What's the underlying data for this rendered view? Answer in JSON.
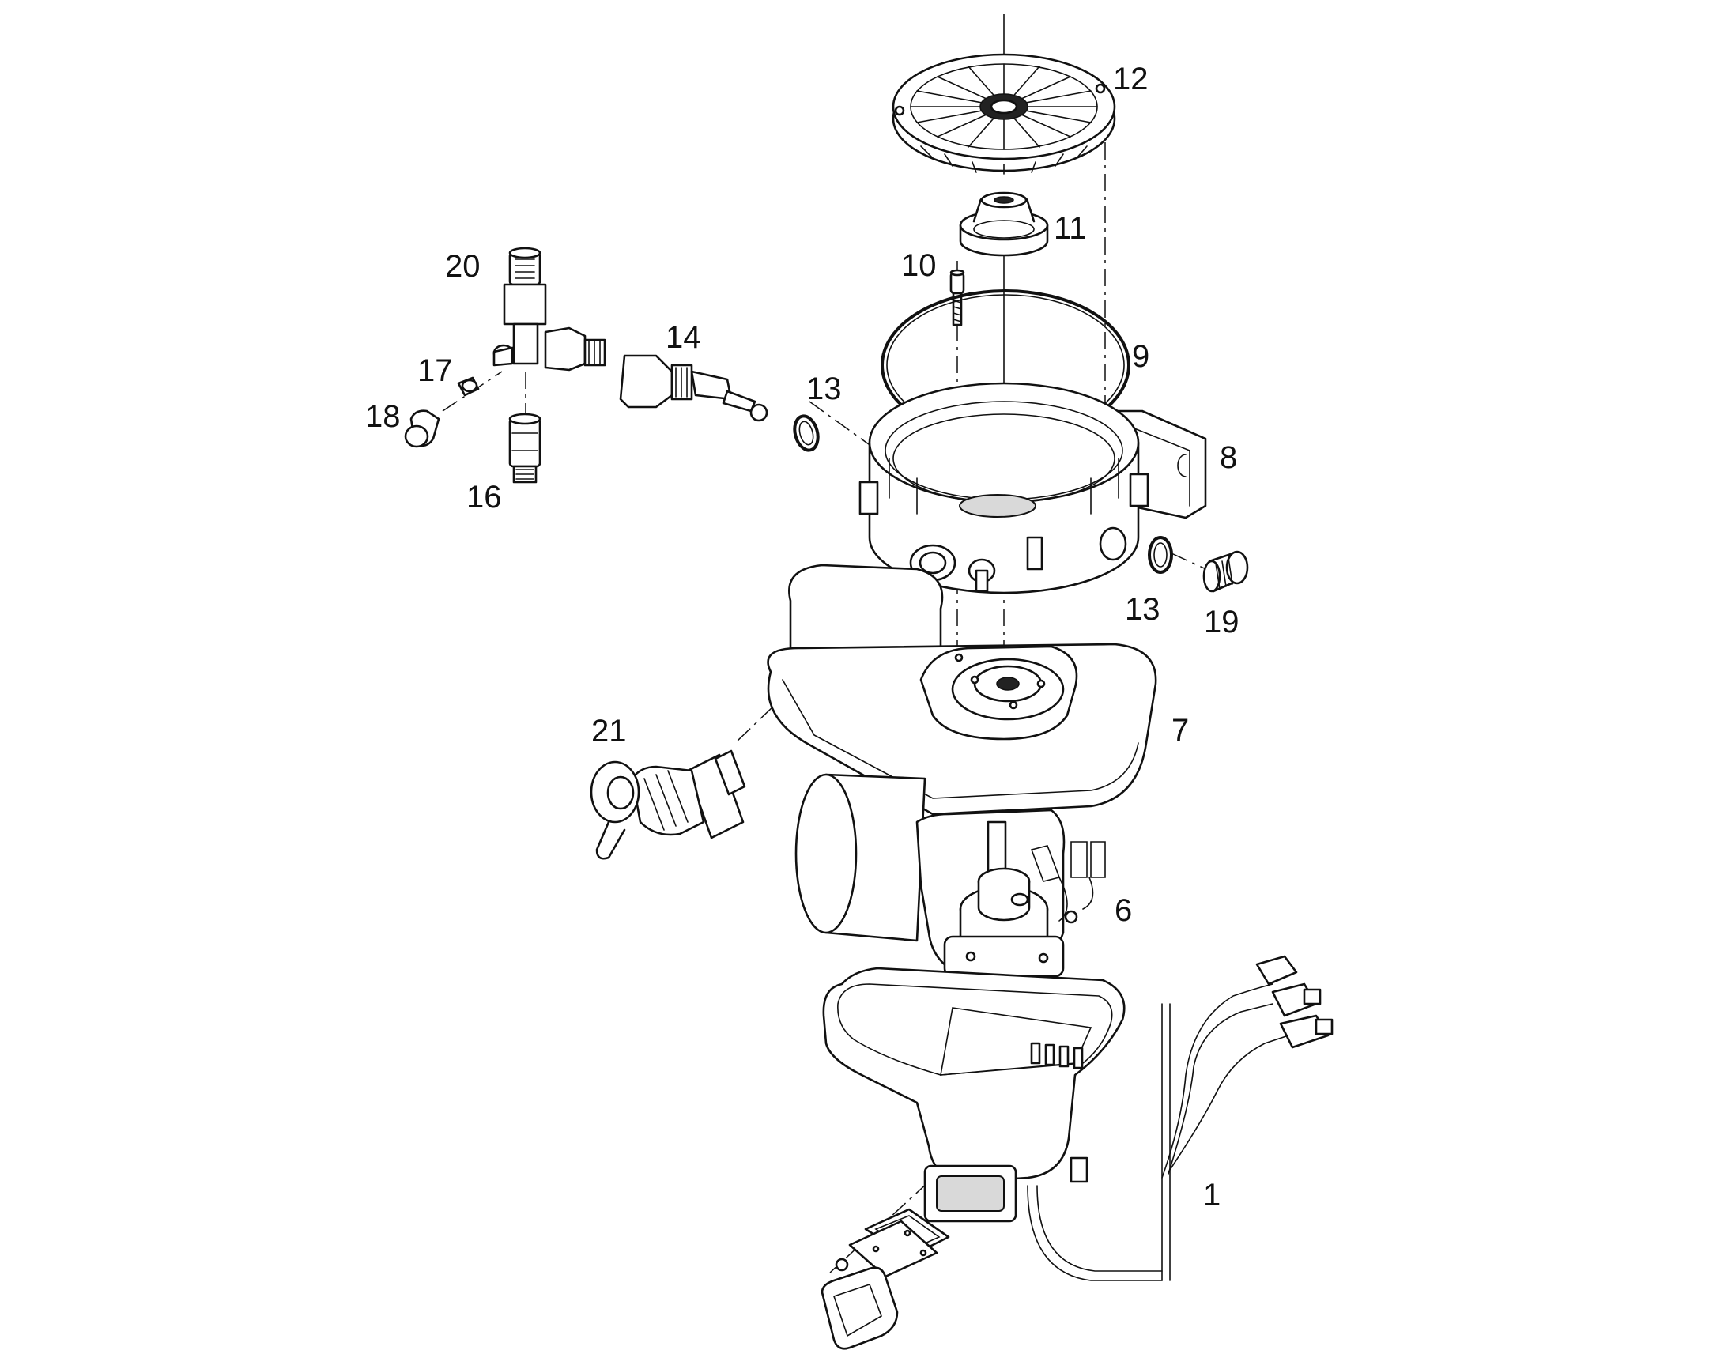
{
  "callouts": {
    "p1": "1",
    "p6": "6",
    "p7": "7",
    "p8": "8",
    "p9": "9",
    "p10": "10",
    "p11": "11",
    "p12": "12",
    "p13a": "13",
    "p13b": "13",
    "p14": "14",
    "p16": "16",
    "p17": "17",
    "p18": "18",
    "p19": "19",
    "p20": "20",
    "p21": "21"
  }
}
